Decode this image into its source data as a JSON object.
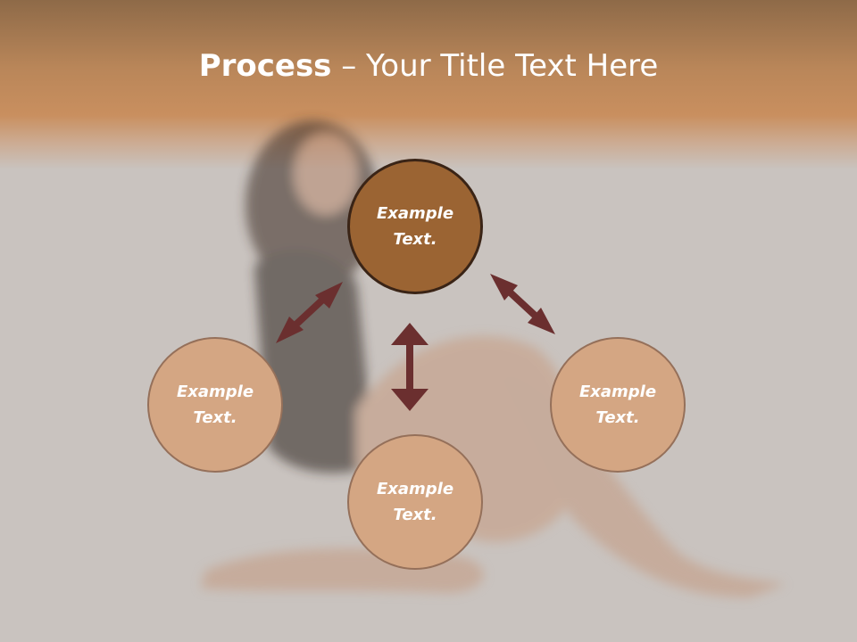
{
  "title": {
    "bold": "Process",
    "rest": " – Your Title Text Here"
  },
  "nodes": [
    {
      "line1": "Example",
      "line2": "Text."
    },
    {
      "line1": "Example",
      "line2": "Text."
    },
    {
      "line1": "Example",
      "line2": "Text."
    },
    {
      "line1": "Example",
      "line2": "Text."
    }
  ],
  "colors": {
    "header_band": "#c98f5f",
    "background": "#c9c3bf",
    "node_light_fill": "#d4a683",
    "node_dark_fill": "#9b6433",
    "arrow": "#6b2f2f"
  }
}
